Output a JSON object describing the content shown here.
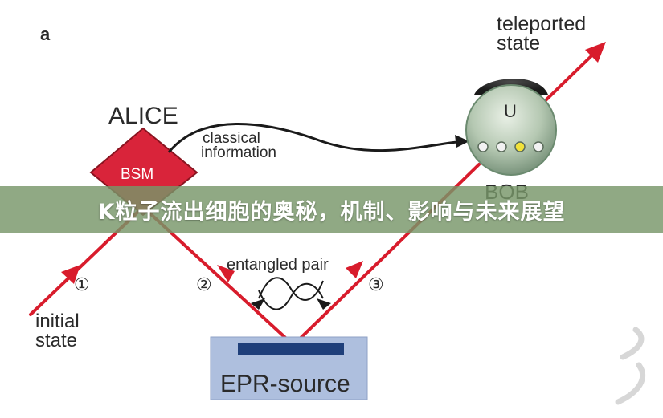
{
  "figure_label": "a",
  "alice": {
    "name": "ALICE",
    "box": "BSM"
  },
  "bob": {
    "name": "BOB",
    "operator": "U"
  },
  "classical_channel": {
    "line1": "classical",
    "line2": "information"
  },
  "teleported": {
    "line1": "teleported",
    "line2": "state"
  },
  "initial": {
    "line1": "initial",
    "line2": "state"
  },
  "entangled_label": "entangled pair",
  "source_label": "EPR-source",
  "photon_markers": [
    "①",
    "②",
    "③"
  ],
  "banner_title": "K粒子流出细胞的奥秘，机制、影响与未来展望",
  "colors": {
    "beam": "#d81c2c",
    "alice_diamond": "#d9243a",
    "source_box": "#aebfde",
    "source_bar": "#1f3f7a",
    "bob_sphere": "#9fb7a0",
    "banner": "#7a966a"
  }
}
